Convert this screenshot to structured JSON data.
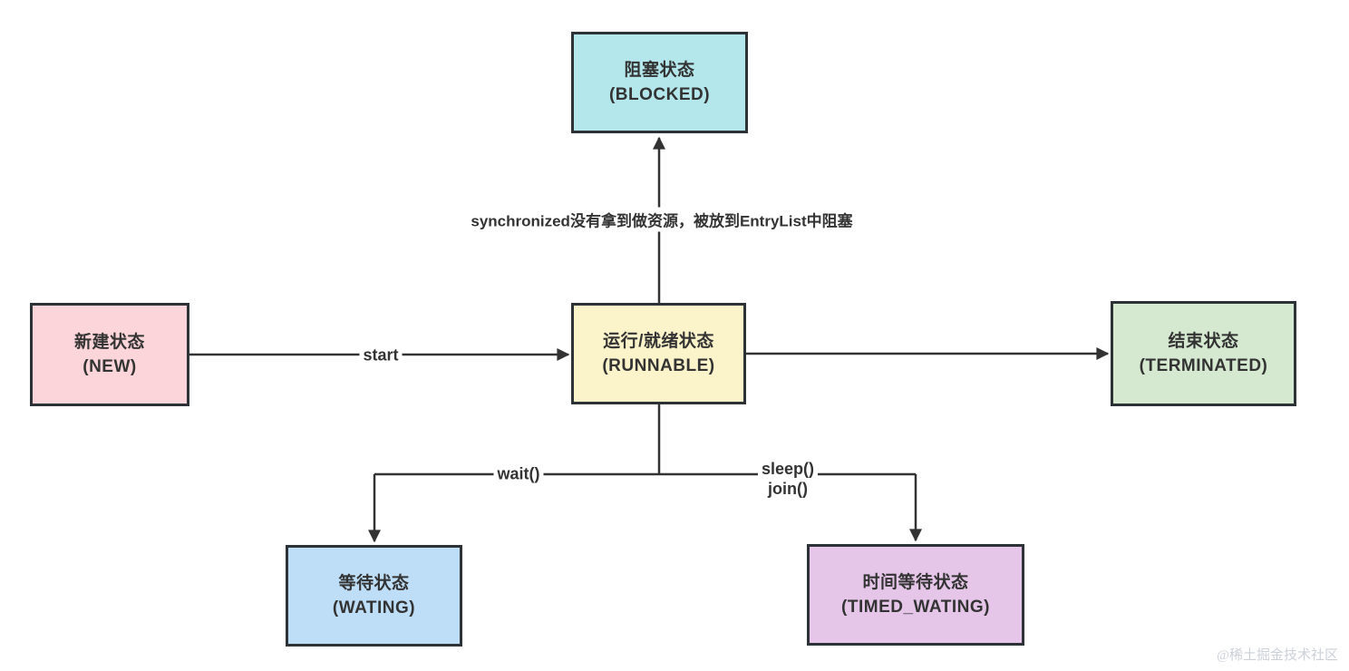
{
  "diagram": {
    "title_semantic": "java-thread-state-diagram",
    "nodes": {
      "blocked": {
        "line1": "阻塞状态",
        "line2": "(BLOCKED)",
        "fill": "#b3e7eb"
      },
      "new": {
        "line1": "新建状态",
        "line2": "(NEW)",
        "fill": "#fcd5da"
      },
      "runnable": {
        "line1": "运行/就绪状态",
        "line2": "(RUNNABLE)",
        "fill": "#fbf3ca"
      },
      "terminated": {
        "line1": "结束状态",
        "line2": "(TERMINATED)",
        "fill": "#d5e9d1"
      },
      "waiting": {
        "line1": "等待状态",
        "line2": "(WATING)",
        "fill": "#bedef8"
      },
      "timed_waiting": {
        "line1": "时间等待状态",
        "line2": "(TIMED_WATING)",
        "fill": "#e5c6e9"
      }
    },
    "edges": {
      "start_label": "start",
      "wait_label": "wait()",
      "sleep_label": "sleep()",
      "join_label": "join()",
      "blocked_label": "synchronized没有拿到做资源，被放到EntryList中阻塞"
    },
    "colors": {
      "line": "#333333",
      "border": "#2d3236",
      "text": "#333333",
      "background": "#ffffff"
    }
  },
  "watermark": "@稀土掘金技术社区"
}
